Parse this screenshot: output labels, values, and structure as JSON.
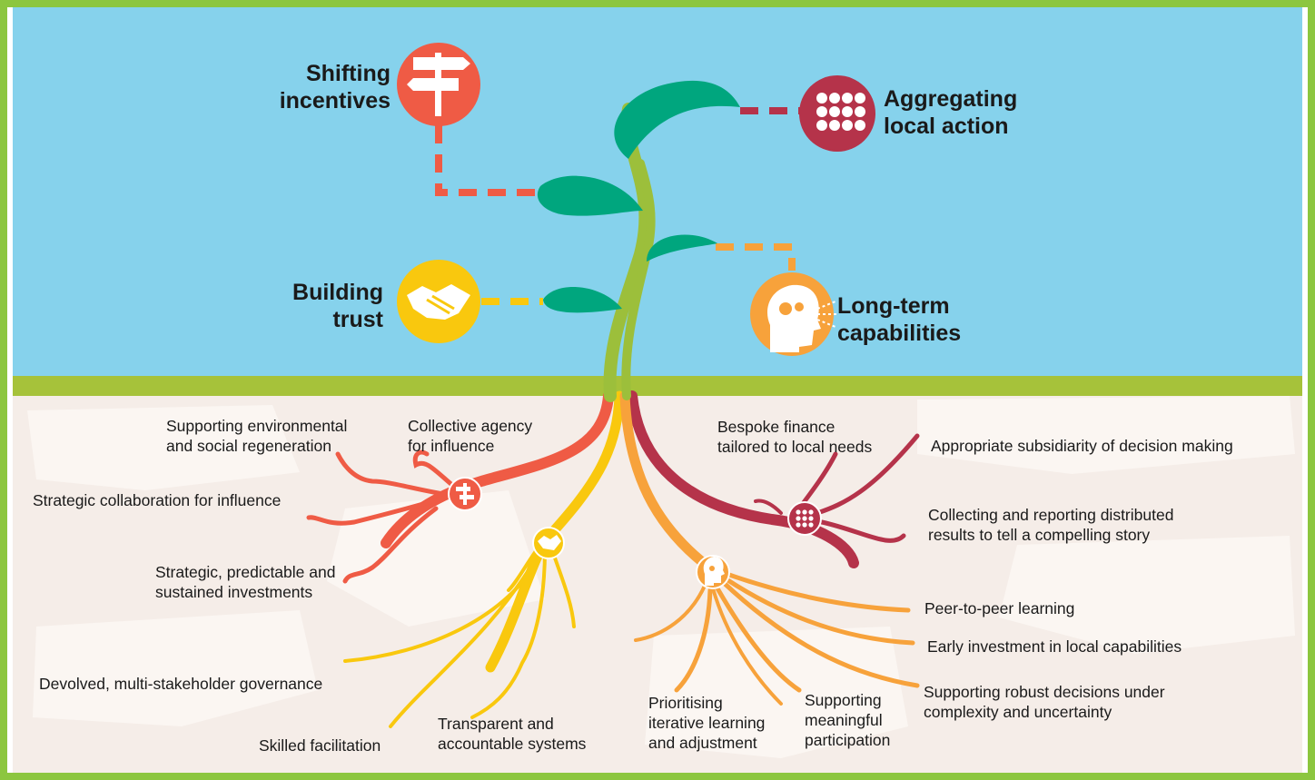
{
  "colors": {
    "frame": "#8cc63f",
    "sky": "#86d2ec",
    "ground_line": "#a6c23a",
    "soil": "#f5ede8",
    "soil_patch": "#fbf6f2",
    "stem": "#9cbf3b",
    "leaf": "#00a67e",
    "incentives": "#ef5b45",
    "aggregating": "#b5334a",
    "trust": "#f9c80e",
    "capabilities": "#f7a23b"
  },
  "pillars": {
    "shifting_incentives": {
      "line1": "Shifting",
      "line2": "incentives",
      "icon": "signpost-icon"
    },
    "aggregating_local_action": {
      "line1": "Aggregating",
      "line2": "local action",
      "icon": "dot-grid-icon"
    },
    "building_trust": {
      "line1": "Building",
      "line2": "trust",
      "icon": "handshake-icon"
    },
    "long_term_capabilities": {
      "line1": "Long-term",
      "line2": "capabilities",
      "icon": "head-gears-icon"
    }
  },
  "roots": {
    "env_regeneration": {
      "line1": "Supporting environmental",
      "line2": "and social regeneration"
    },
    "collective_agency": {
      "line1": "Collective agency",
      "line2": "for influence"
    },
    "strategic_collaboration": {
      "line1": "Strategic collaboration for influence"
    },
    "strategic_investments": {
      "line1": "Strategic, predictable and",
      "line2": "sustained investments"
    },
    "devolved_governance": {
      "line1": "Devolved, multi-stakeholder governance"
    },
    "skilled_facilitation": {
      "line1": "Skilled facilitation"
    },
    "transparent_systems": {
      "line1": "Transparent and",
      "line2": "accountable systems"
    },
    "bespoke_finance": {
      "line1": "Bespoke finance",
      "line2": "tailored to local needs"
    },
    "subsidiarity": {
      "line1": "Appropriate subsidiarity of decision making"
    },
    "distributed_results": {
      "line1": "Collecting and reporting distributed",
      "line2": "results to tell a compelling story"
    },
    "peer_learning": {
      "line1": "Peer-to-peer learning"
    },
    "early_investment": {
      "line1": "Early investment in local capabilities"
    },
    "robust_decisions": {
      "line1": "Supporting robust decisions under",
      "line2": "complexity and uncertainty"
    },
    "iterative_learning": {
      "line1": "Prioritising",
      "line2": "iterative learning",
      "line3": "and adjustment"
    },
    "meaningful_participation": {
      "line1": "Supporting",
      "line2": "meaningful",
      "line3": "participation"
    }
  }
}
